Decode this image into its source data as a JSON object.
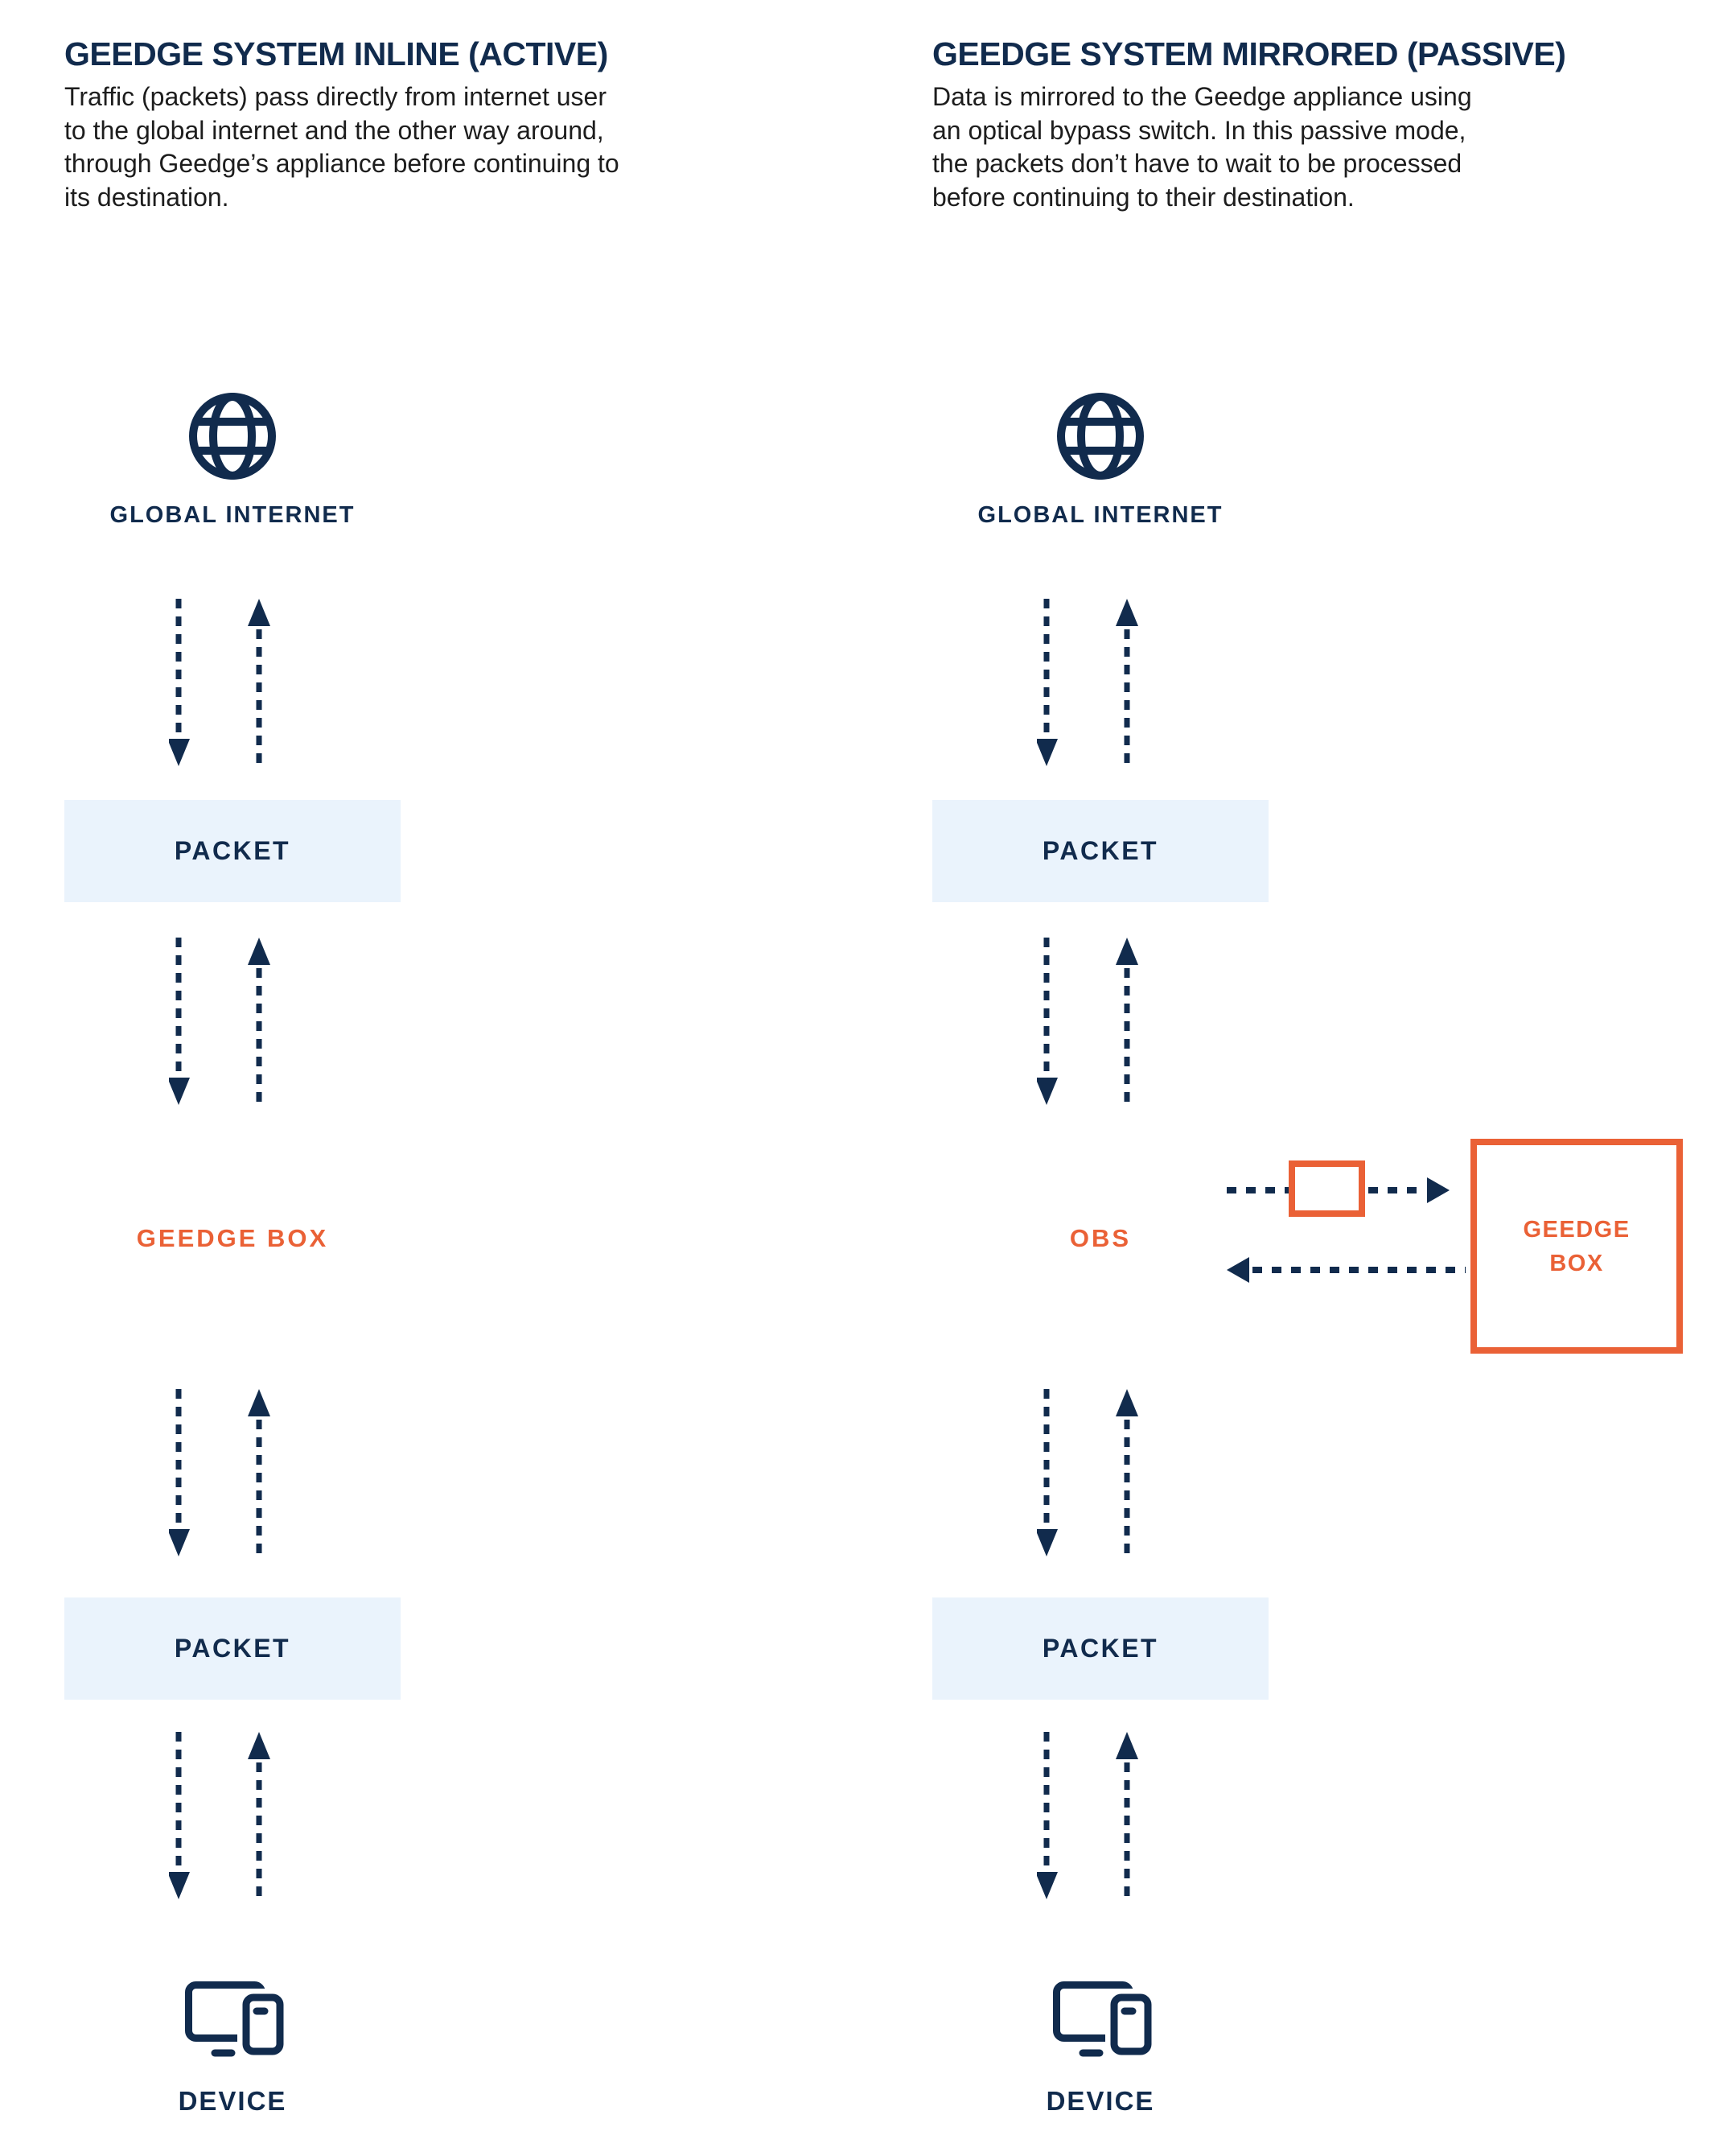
{
  "colors": {
    "navy": "#112B4D",
    "orange": "#EA6136",
    "packet_bg": "#EAF3FC",
    "body_text": "#1D1D1D"
  },
  "columns": [
    {
      "title": "GEEDGE SYSTEM INLINE (ACTIVE)",
      "description_lines": [
        "Traffic (packets) pass directly from internet user",
        "to the global internet and the other way around,",
        "through Geedge’s appliance before continuing to",
        "its destination."
      ],
      "internet_label": "GLOBAL INTERNET",
      "packet_top_label": "PACKET",
      "middle_label": "GEEDGE BOX",
      "packet_bottom_label": "PACKET",
      "device_label": "DEVICE"
    },
    {
      "title": "GEEDGE SYSTEM MIRRORED (PASSIVE)",
      "description_lines": [
        "Data is mirrored to the Geedge appliance using",
        "an optical bypass switch. In this passive mode,",
        "the packets don’t  have to wait to be processed",
        "before continuing to their destination."
      ],
      "internet_label": "GLOBAL INTERNET",
      "packet_top_label": "PACKET",
      "middle_label": "OBS",
      "packet_bottom_label": "PACKET",
      "device_label": "DEVICE",
      "appliance_label_lines": [
        "GEEDGE",
        "BOX"
      ]
    }
  ]
}
